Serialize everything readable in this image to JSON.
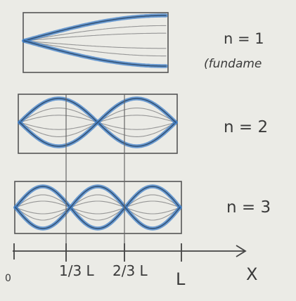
{
  "modes": [
    {
      "id": "mode-1",
      "label": "n = 1",
      "sublabel": "(fundame"
    },
    {
      "id": "mode-2",
      "label": "n = 2"
    },
    {
      "id": "mode-3",
      "label": "n = 3"
    }
  ],
  "axis": {
    "variable": "X",
    "ticks": [
      "0",
      "1/3 L",
      "2/3 L",
      "L"
    ]
  },
  "colors": {
    "paper": "#ebebe6",
    "pencil": "#555555",
    "pencil_light": "#8d8d8d",
    "envelope": "#3f7fc8",
    "envelope_dark": "#2f4f74"
  }
}
